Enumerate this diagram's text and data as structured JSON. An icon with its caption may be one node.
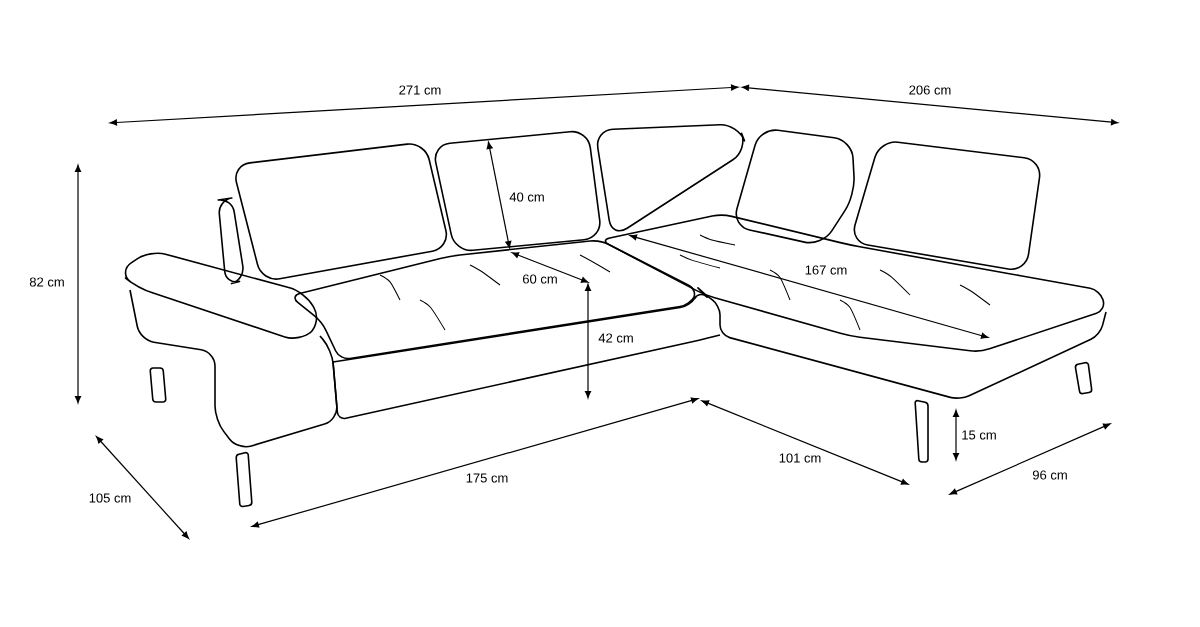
{
  "diagram": {
    "labels": [
      "271 cm",
      "206 cm",
      "40 cm",
      "82 cm",
      "167 cm",
      "60 cm",
      "42 cm",
      "15 cm",
      "101 cm",
      "96 cm",
      "105 cm",
      "175 cm"
    ]
  }
}
